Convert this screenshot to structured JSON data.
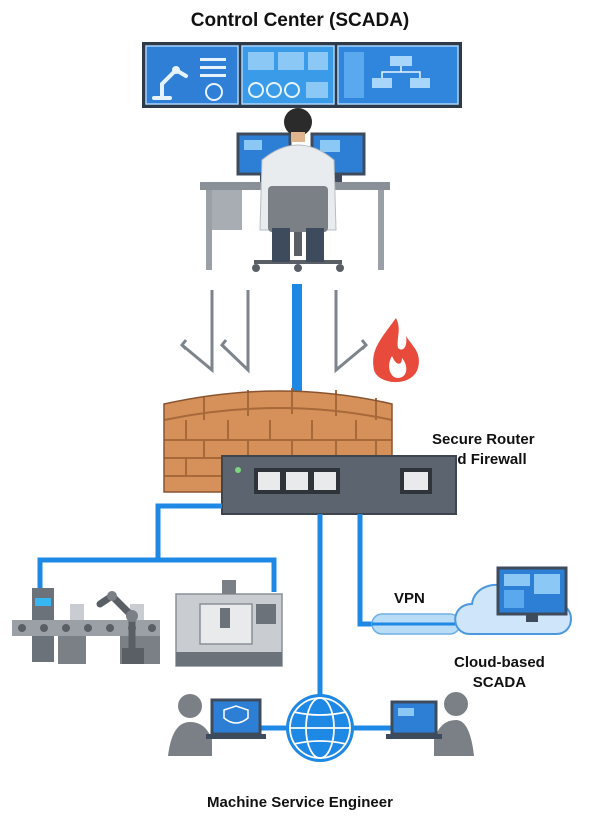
{
  "title": "Control Center (SCADA)",
  "router": {
    "line1": "Secure Router",
    "line2": "and Firewall"
  },
  "vpn": "VPN",
  "cloud": {
    "line1": "Cloud-based",
    "line2": "SCADA"
  },
  "engineer": "Machine Service Engineer",
  "colors": {
    "network_blue": "#1e88e5",
    "screen_blue": "#2196f3",
    "dark_screen": "#3d4b5c",
    "brick": "#d6915a",
    "brick_dark": "#b06d3a",
    "fire": "#e84b3c",
    "router_gray": "#5c6470",
    "person_gray": "#7b8086",
    "machine_gray": "#c9ccd0"
  }
}
